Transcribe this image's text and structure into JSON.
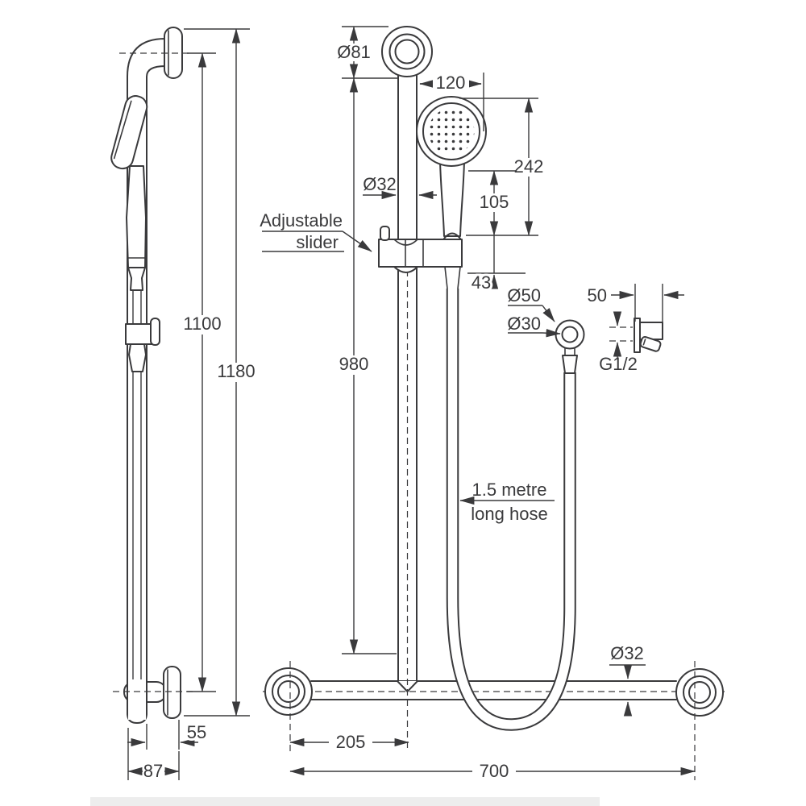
{
  "drawing": {
    "annotations": {
      "slider_label_line1": "Adjustable",
      "slider_label_line2": "slider",
      "hose_label_line1": "1.5 metre",
      "hose_label_line2": "long hose"
    },
    "dimensions": {
      "flange_diameter": "Ø81",
      "head_offset": "120",
      "handset_length": "242",
      "handle_length": "105",
      "rail_diameter": "Ø32",
      "slider_height": "43",
      "ring_outer_diameter": "Ø50",
      "ring_inner_diameter": "Ø30",
      "outlet_depth": "50",
      "outlet_thread": "G1/2",
      "slide_rail_length": "980",
      "mount_centres_height": "1100",
      "overall_height": "1180",
      "wall_offset": "55",
      "overall_depth": "87",
      "rail_to_first_flange": "205",
      "grab_rail_width": "700",
      "grab_rail_diameter": "Ø32"
    },
    "colors": {
      "line": "#3a3a3c",
      "background": "#ffffff",
      "footer_strip": "#ededed"
    }
  }
}
